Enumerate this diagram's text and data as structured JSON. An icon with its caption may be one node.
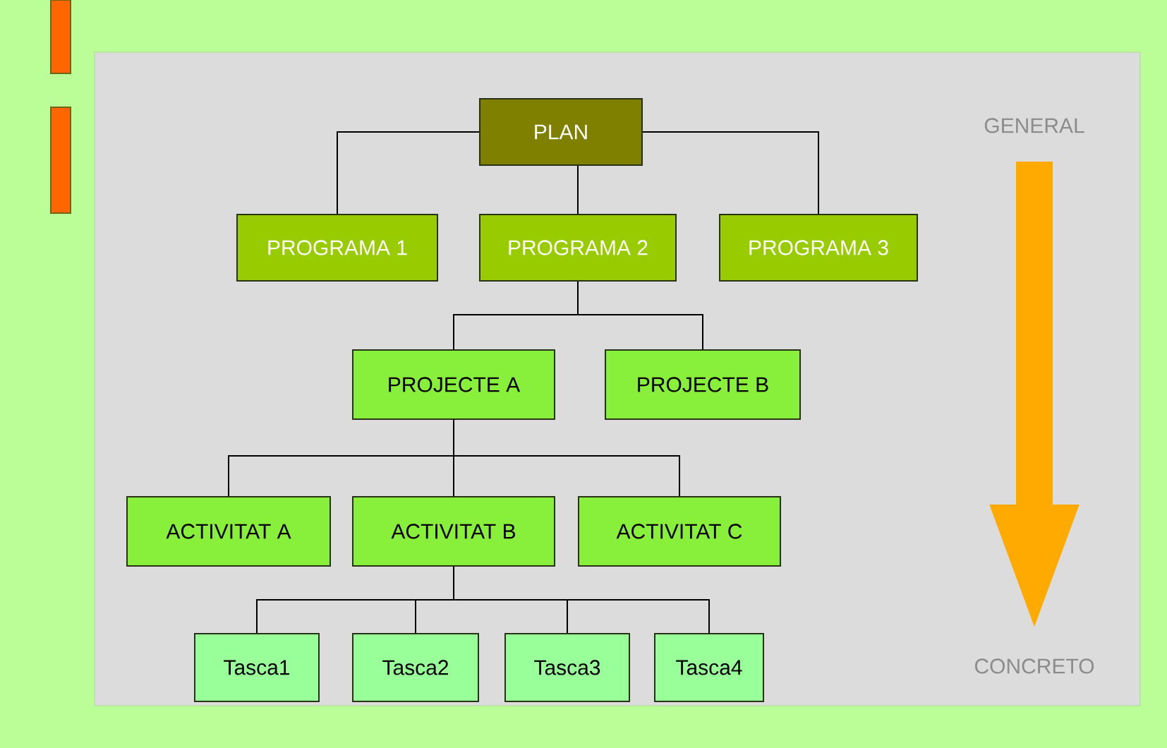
{
  "diagram": {
    "nodes": [
      {
        "text": [
          "PLAN"
        ]
      },
      {
        "text": [
          "PROGRAMA 1"
        ]
      },
      {
        "text": [
          "PROGRAMA 2"
        ]
      },
      {
        "text": [
          "PROGRAMA 3"
        ]
      },
      {
        "text": [
          "PROJECTE A"
        ]
      },
      {
        "text": [
          "PROJECTE B"
        ]
      },
      {
        "text": [
          "ACTIVITAT A"
        ]
      },
      {
        "text": [
          "ACTIVITAT B"
        ]
      },
      {
        "text": [
          "ACTIVITAT C"
        ]
      },
      {
        "text": [
          "Tasca1"
        ]
      },
      {
        "text": [
          "Tasca2"
        ]
      },
      {
        "text": [
          "Tasca3"
        ]
      },
      {
        "text": [
          "Tasca4"
        ]
      },
      {
        "text": [
          "GENERAL"
        ]
      },
      {
        "text": [
          "CONCRETO"
        ]
      }
    ],
    "edges": [
      {
        "from": 0,
        "to": 1,
        "arrow": "none"
      },
      {
        "from": 0,
        "to": 2,
        "arrow": "none"
      },
      {
        "from": 0,
        "to": 3,
        "arrow": "none"
      },
      {
        "from": 2,
        "to": 4,
        "arrow": "none"
      },
      {
        "from": 2,
        "to": 5,
        "arrow": "none"
      },
      {
        "from": 4,
        "to": 6,
        "arrow": "none"
      },
      {
        "from": 4,
        "to": 7,
        "arrow": "none"
      },
      {
        "from": 4,
        "to": 8,
        "arrow": "none"
      },
      {
        "from": 7,
        "to": 9,
        "arrow": "none"
      },
      {
        "from": 7,
        "to": 10,
        "arrow": "none"
      },
      {
        "from": 7,
        "to": 11,
        "arrow": "none"
      },
      {
        "from": 7,
        "to": 12,
        "arrow": "none"
      },
      {
        "from": 13,
        "to": 14,
        "arrow": "to",
        "style": "thick",
        "color": "#ffaa00"
      }
    ]
  }
}
